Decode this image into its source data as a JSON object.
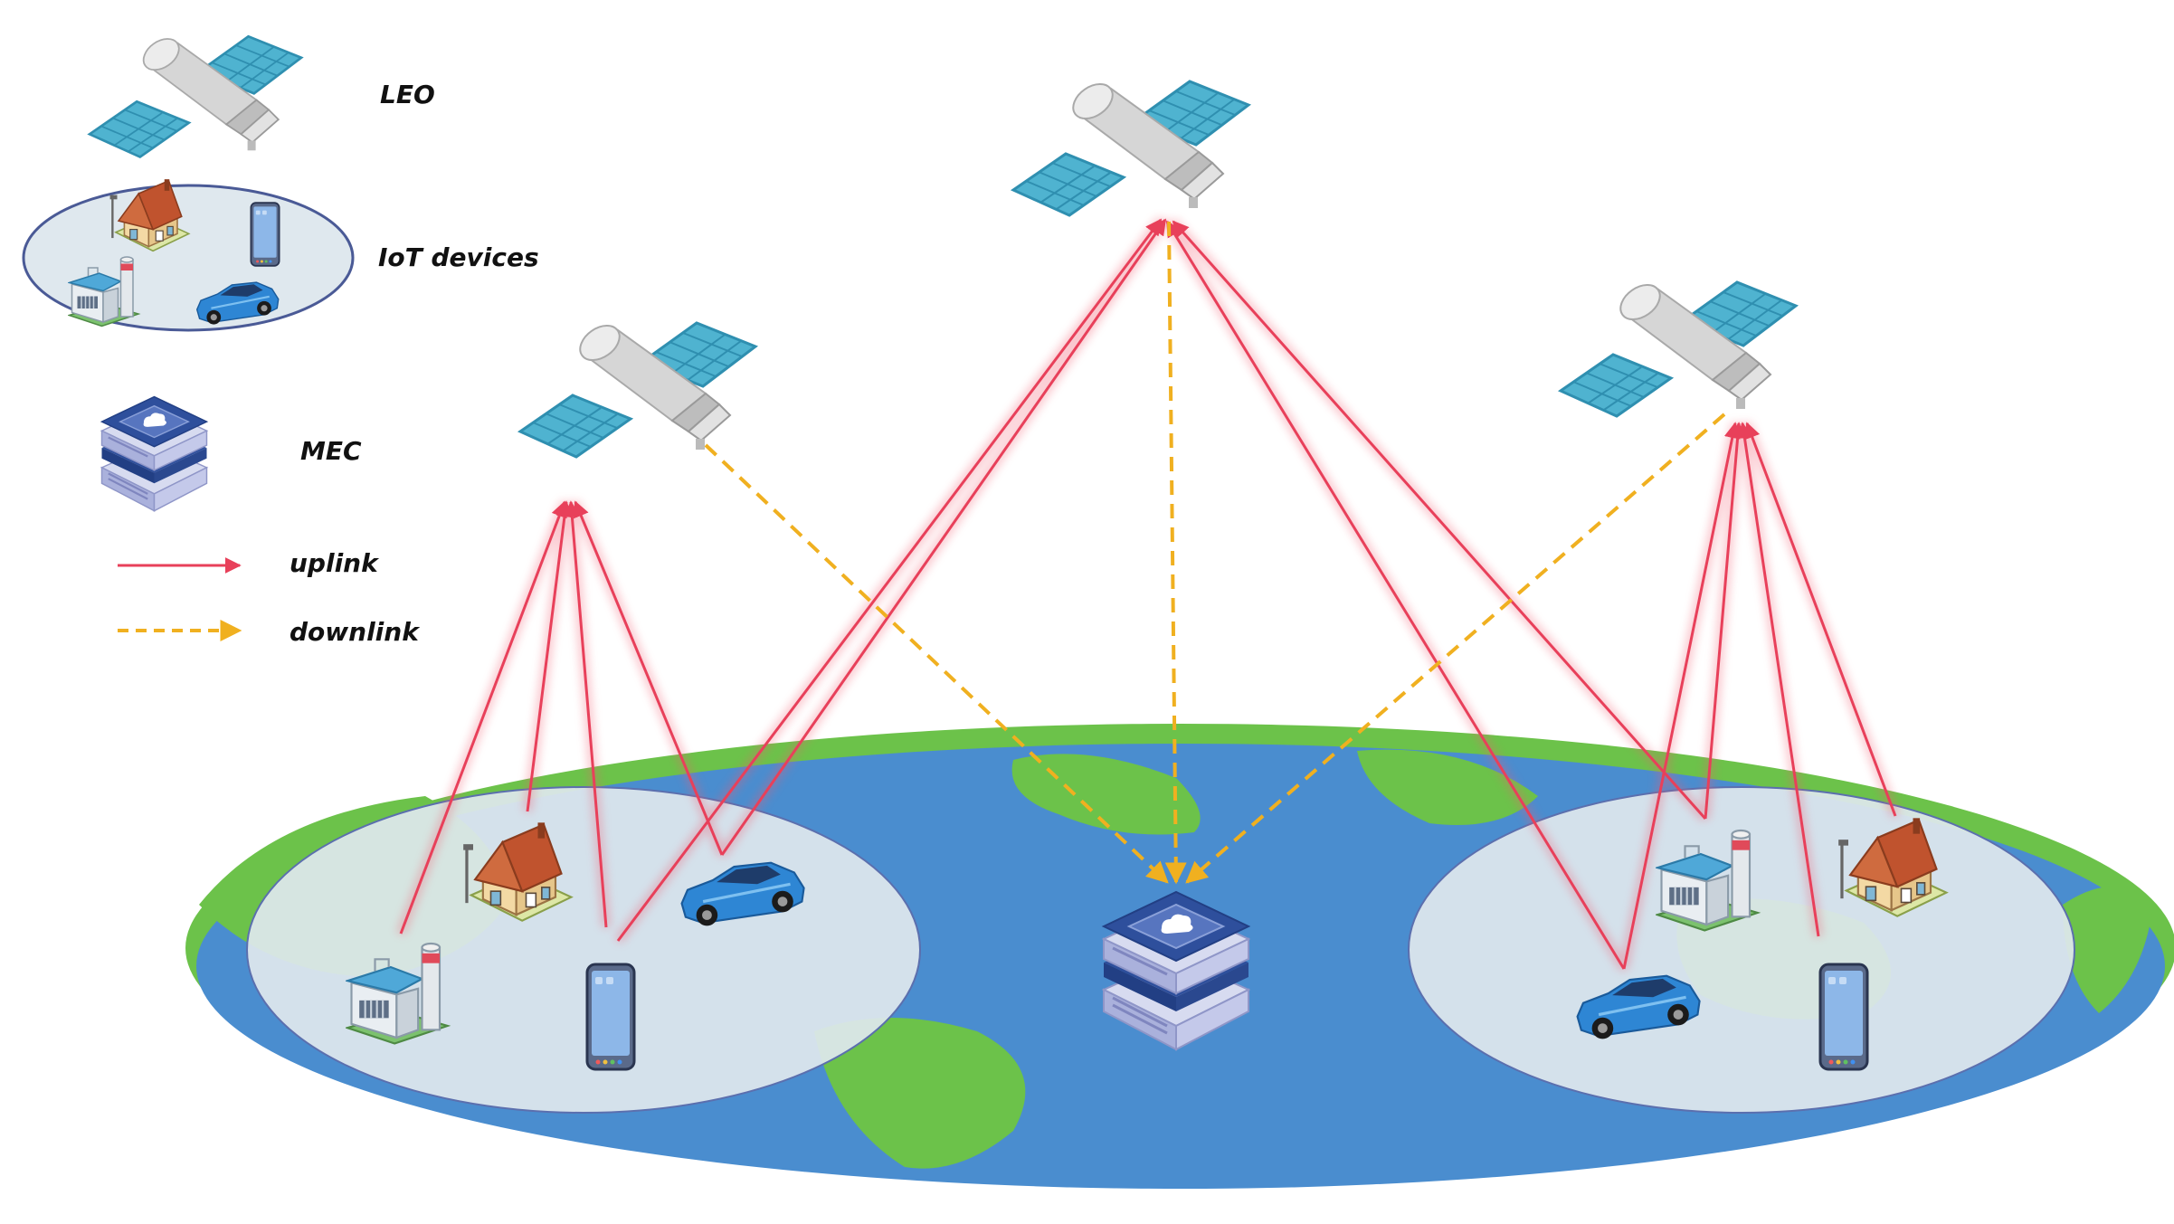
{
  "legend": {
    "leo": "LEO",
    "iot": "IoT  devices",
    "mec": "MEC",
    "uplink": "uplink",
    "downlink": "downlink"
  },
  "colors": {
    "ocean": "#4a8dcf",
    "land": "#6cc24a",
    "cluster_fill": "#dfe8ee",
    "uplink": "#e8405a",
    "downlink": "#f0b020",
    "panel": "#4fb3d0",
    "sat_body": "#d9d9d9",
    "mec_dark": "#2e4f9c",
    "mec_light": "#c9cde8"
  },
  "icons": {
    "satellite": "satellite-icon",
    "house": "house-icon",
    "factory": "factory-icon",
    "phone": "smartphone-icon",
    "car": "car-icon",
    "mec": "server-icon"
  }
}
